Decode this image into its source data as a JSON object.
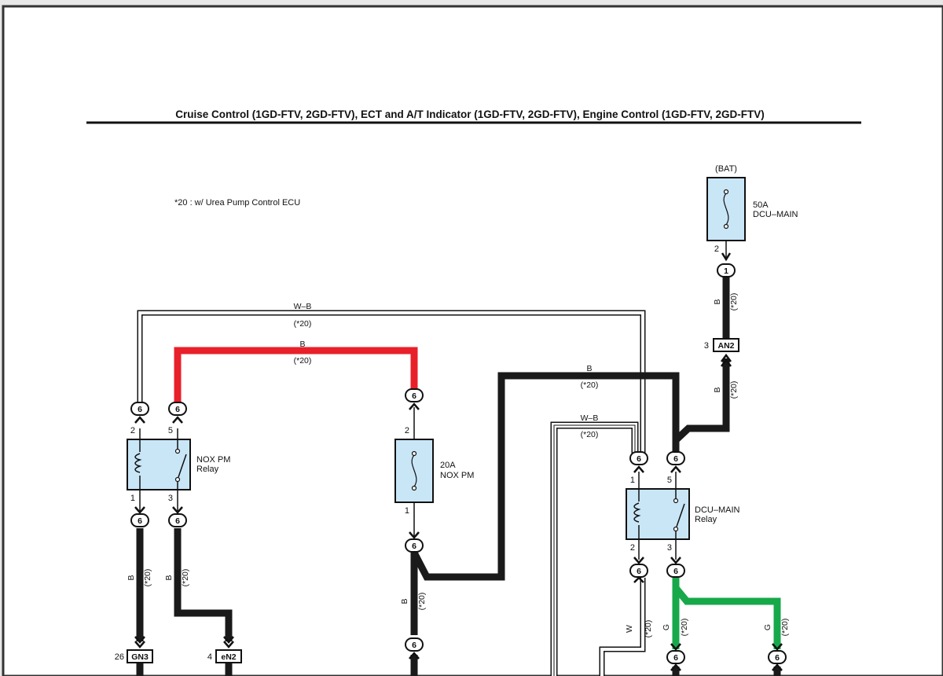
{
  "title": "Cruise Control (1GD-FTV, 2GD-FTV), ECT and A/T Indicator (1GD-FTV, 2GD-FTV), Engine Control (1GD-FTV, 2GD-FTV)",
  "note": "*20 : w/ Urea Pump Control ECU",
  "colors": {
    "wire_black": "#1a1a1a",
    "wire_red": "#e8202a",
    "wire_green": "#17a84a",
    "component_fill": "#c9e6f7"
  },
  "power_source": "(BAT)",
  "fuses": {
    "dcu_main": {
      "rating": "50A",
      "name": "DCU–MAIN",
      "pin": "2"
    },
    "nox_pm": {
      "rating": "20A",
      "name": "NOX PM",
      "pin_top": "2",
      "pin_bottom": "1"
    }
  },
  "relays": {
    "nox_pm": {
      "name_line1": "NOX PM",
      "name_line2": "Relay",
      "pin_tl": "2",
      "pin_tr": "5",
      "pin_bl": "1",
      "pin_br": "3"
    },
    "dcu_main": {
      "name_line1": "DCU–MAIN",
      "name_line2": "Relay",
      "pin_tl": "1",
      "pin_tr": "5",
      "pin_bl": "2",
      "pin_br": "3"
    }
  },
  "connectors": {
    "c6": "6",
    "c1": "1",
    "an2": {
      "pin": "3",
      "name": "AN2"
    },
    "gn3": {
      "pin": "26",
      "name": "GN3"
    },
    "en2": {
      "pin": "4",
      "name": "eN2"
    }
  },
  "wires": {
    "wb": "W–B",
    "b": "B",
    "w": "W",
    "g": "G",
    "opt": "(*20)"
  }
}
